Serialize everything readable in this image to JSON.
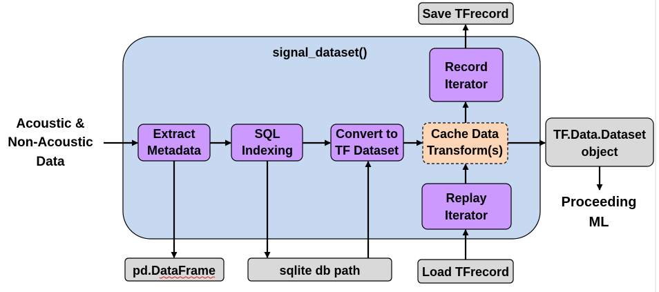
{
  "container": {
    "title": "signal_dataset()",
    "fill": "#c6d9f1"
  },
  "input": {
    "line1": "Acoustic &",
    "line2": "Non-Acoustic",
    "line3": "Data"
  },
  "nodes": {
    "extract": {
      "line1": "Extract",
      "line2": "Metadata"
    },
    "sql": {
      "line1": "SQL",
      "line2": "Indexing"
    },
    "convert": {
      "line1": "Convert to",
      "line2": "TF Dataset"
    },
    "cache": {
      "line1": "Cache Data",
      "line2": "Transform(s)"
    },
    "record": {
      "line1": "Record",
      "line2": "Iterator"
    },
    "replay": {
      "line1": "Replay",
      "line2": "Iterator"
    },
    "tfdata": {
      "line1": "TF.Data.Dataset",
      "line2": "object"
    }
  },
  "io": {
    "save": "Save TFrecord",
    "load": "Load TFrecord",
    "dataframe": "pd.DataFrame",
    "sqlite": "sqlite db path"
  },
  "output": {
    "line1": "Proceeding",
    "line2": "ML"
  },
  "colors": {
    "process_fill": "#cc99ff",
    "cache_fill": "#fbd5b5",
    "io_fill": "#d9d9d9",
    "stroke": "#000000"
  }
}
